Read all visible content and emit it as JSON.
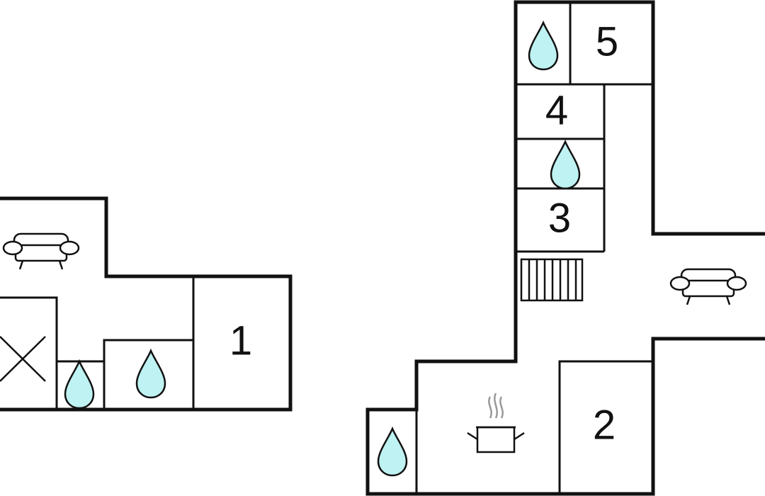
{
  "colors": {
    "wall": "#111111",
    "background": "#ffffff",
    "water": "#bff2f2",
    "stairs": "#111111"
  },
  "rooms": {
    "bedroom_1": "1",
    "bedroom_2": "2",
    "bedroom_3": "3",
    "bedroom_4": "4",
    "bedroom_5": "5"
  },
  "icons": {
    "bathroom": "water-drop-icon",
    "living_room": "sofa-icon",
    "kitchen": "cooking-pot-icon",
    "stairs": "stairs-icon",
    "void": "cross-icon"
  }
}
